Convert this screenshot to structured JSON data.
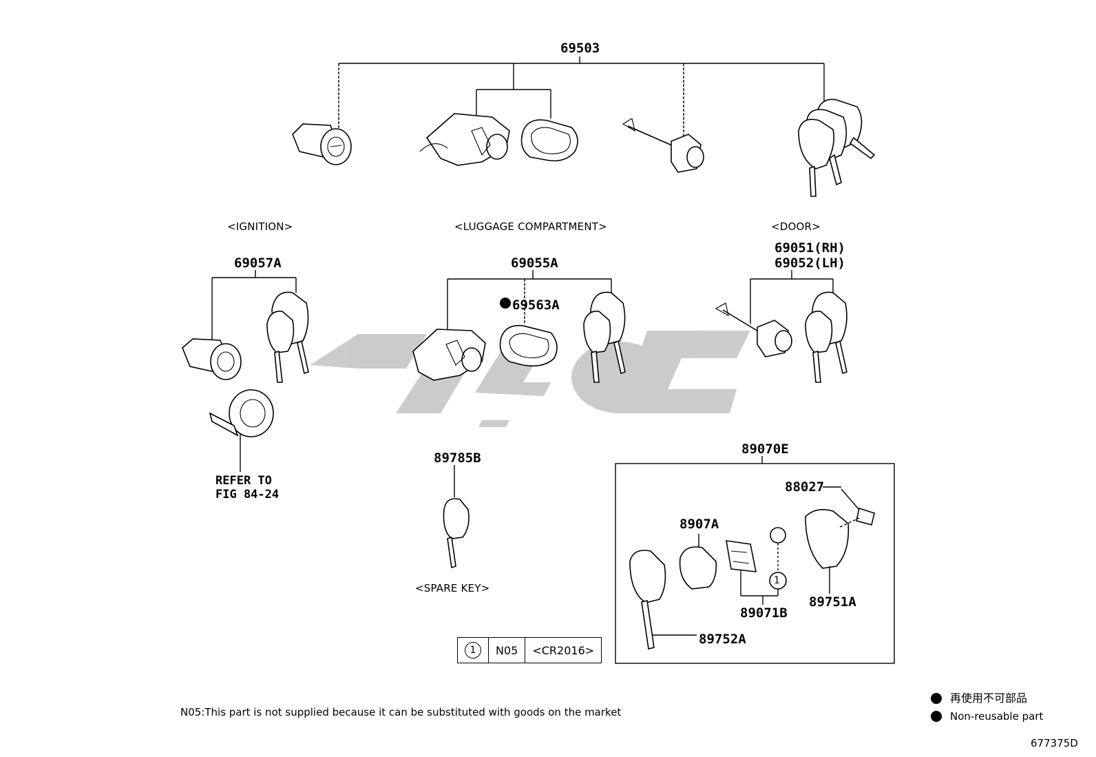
{
  "top_assembly": {
    "part_no": "69503"
  },
  "sections": {
    "ignition": "<IGNITION>",
    "luggage": "<LUGGAGE COMPARTMENT>",
    "door": "<DOOR>",
    "spare_key": "<SPARE KEY>"
  },
  "parts": {
    "ignition_cyl": "69057A",
    "luggage_cyl": "69055A",
    "luggage_seal": "69563A",
    "door_rh": "69051(RH)",
    "door_lh": "69052(LH)",
    "spare_key": "89785B",
    "transmitter": "89070E",
    "label_part": "88027",
    "case_part": "8907A",
    "board_part": "89071B",
    "cover_part": "89751A",
    "key_part": "89752A"
  },
  "refer": {
    "line1": "REFER TO",
    "line2": "FIG 84-24"
  },
  "code_table": {
    "circle": "1",
    "code": "N05",
    "battery": "<CR2016>"
  },
  "board_circle": "1",
  "footnote": "N05:This part is not supplied because it can be substituted with goods on the market",
  "legend": {
    "jp": "再使用不可部品",
    "en": "Non-reusable part"
  },
  "figure_id": "677375D",
  "colors": {
    "watermark": "#c9c9c9",
    "line": "#000000"
  }
}
